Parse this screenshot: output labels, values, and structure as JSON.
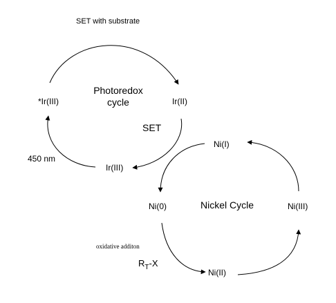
{
  "colors": {
    "ink": "#000000",
    "background": "#ffffff"
  },
  "photoredox": {
    "set_with_substrate": "SET with substrate",
    "ir3_excited": "*Ir(III)",
    "ir2": "Ir(II)",
    "ir3": "Ir(III)",
    "title_line1": "Photoredox",
    "title_line2": "cycle",
    "light": "450 nm"
  },
  "coupling": {
    "set": "SET"
  },
  "nickel": {
    "ni1": "Ni(I)",
    "ni0": "Ni(0)",
    "ni2": "Ni(II)",
    "ni3": "Ni(III)",
    "title": "Nickel Cycle",
    "oxidative_addition": "oxidative additon",
    "reagent_main": "R",
    "reagent_sub": "T",
    "reagent_tail": "-X"
  }
}
